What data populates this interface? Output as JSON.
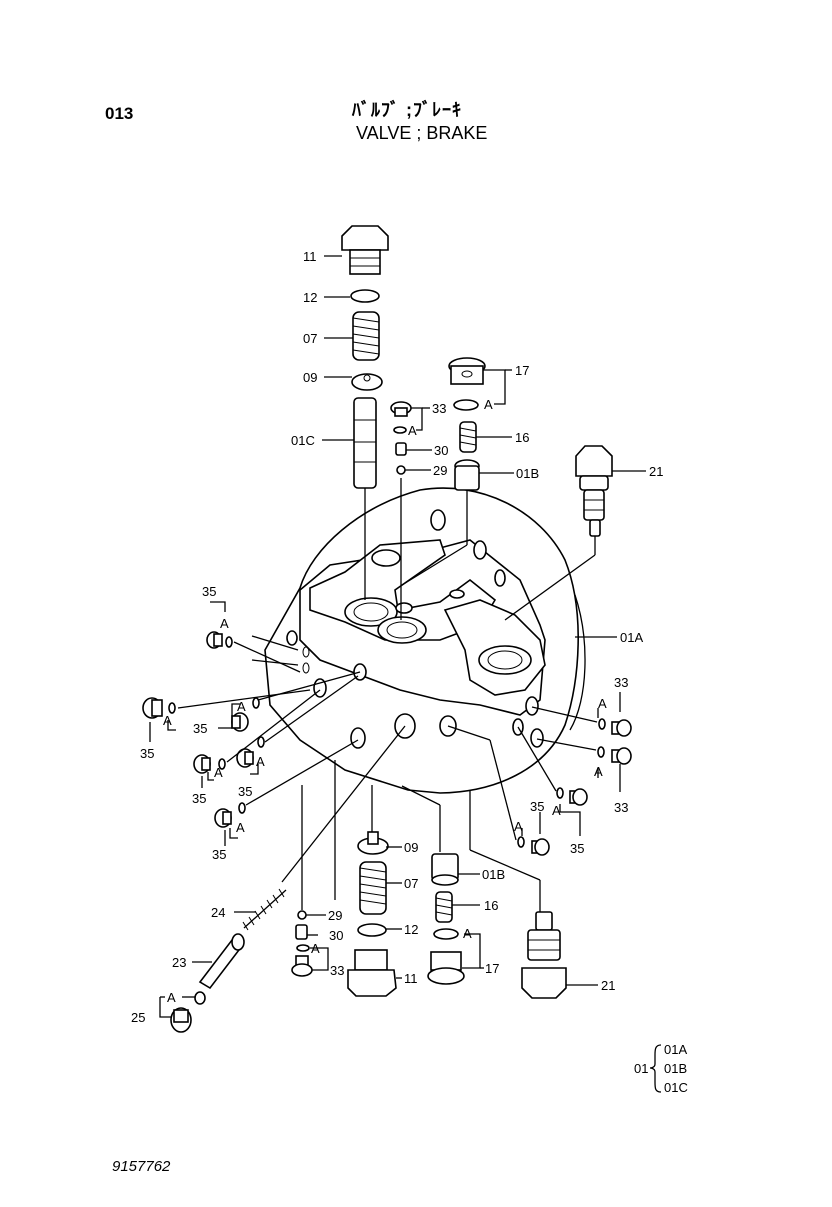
{
  "header": {
    "page_number": "013",
    "title_jp": "ﾊﾞﾙﾌﾞ ;ﾌﾞﾚｰｷ",
    "title_en": "VALVE ; BRAKE"
  },
  "footer": {
    "drawing_number": "9157762"
  },
  "callouts": {
    "11": "11",
    "12": "12",
    "07": "07",
    "09": "09",
    "01C": "01C",
    "17": "17",
    "33": "33",
    "16": "16",
    "30": "30",
    "29": "29",
    "01B": "01B",
    "21": "21",
    "01A": "01A",
    "35": "35",
    "A": "A",
    "24": "24",
    "23": "23",
    "25": "25"
  },
  "legend": {
    "parent": "01",
    "items": [
      "01A",
      "01B",
      "01C"
    ]
  }
}
